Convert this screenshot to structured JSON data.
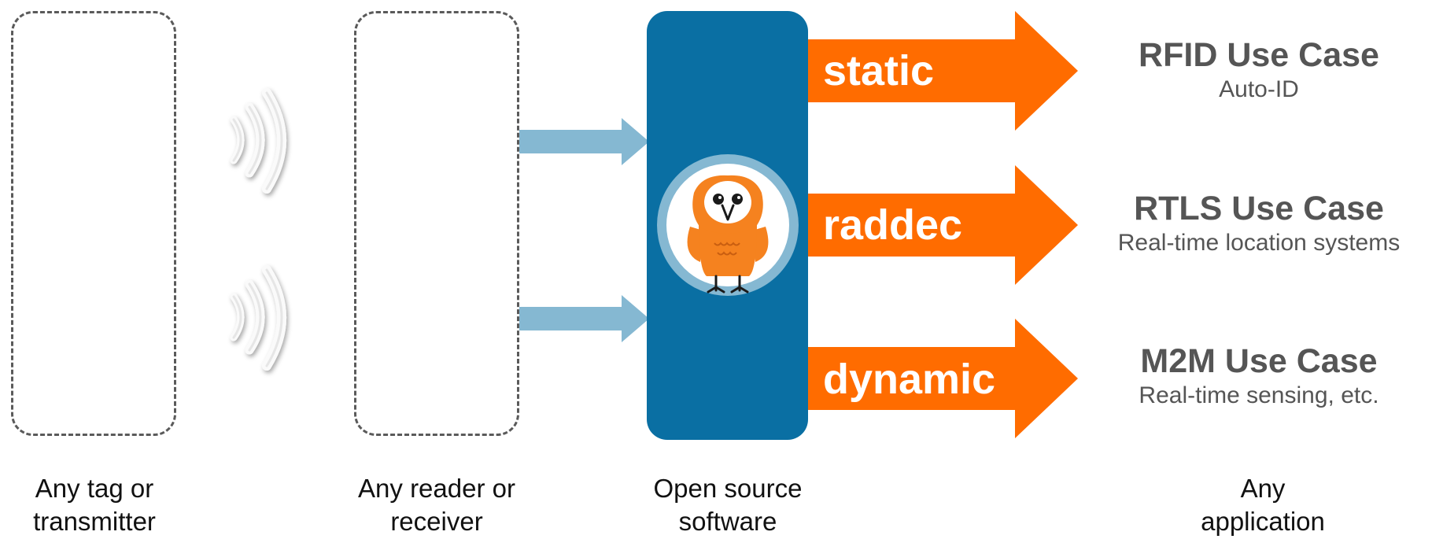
{
  "columns": {
    "tag_caption": [
      "Any tag or",
      "transmitter"
    ],
    "reader_caption": [
      "Any reader or",
      "receiver"
    ],
    "software_caption": [
      "Open source",
      "software"
    ],
    "application_caption": [
      "Any",
      "application"
    ]
  },
  "outputs": [
    {
      "label": "static",
      "title": "RFID Use Case",
      "subtitle": "Auto-ID"
    },
    {
      "label": "raddec",
      "title": "RTLS Use Case",
      "subtitle": "Real-time location systems"
    },
    {
      "label": "dynamic",
      "title": "M2M Use Case",
      "subtitle": "Real-time sensing, etc."
    }
  ],
  "colors": {
    "core_blue": "#0a6fa3",
    "output_orange": "#ff6c00",
    "input_arrow_blue": "#85b8d2",
    "owl_orange": "#f5821f",
    "dash_gray": "#5a5a5a",
    "text_gray": "#555555"
  },
  "icons": {
    "signal": "radio-waves-icon",
    "mascot": "owl-icon"
  }
}
